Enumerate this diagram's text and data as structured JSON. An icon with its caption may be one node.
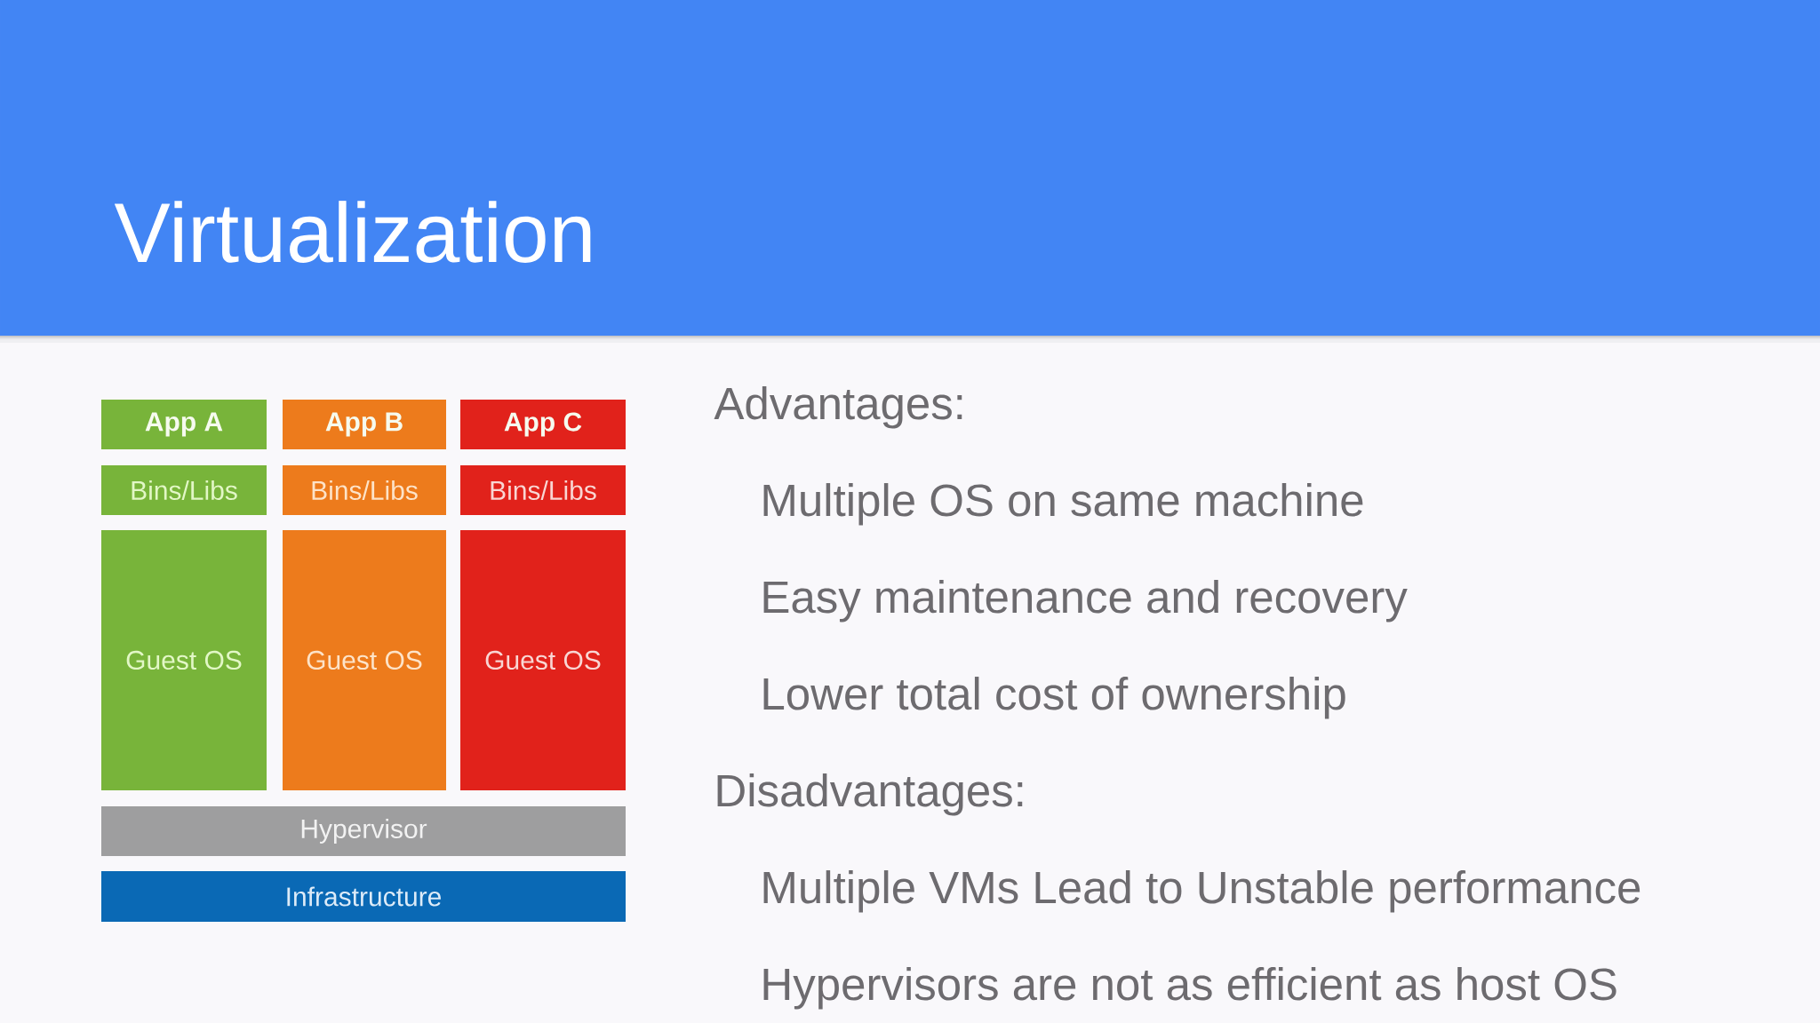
{
  "diagram": {
    "title": "Virtualization",
    "nodes": [
      {
        "text": [
          "App A"
        ]
      },
      {
        "text": [
          "App B"
        ]
      },
      {
        "text": [
          "App C"
        ]
      },
      {
        "text": [
          "Bins/Libs"
        ]
      },
      {
        "text": [
          "Bins/Libs"
        ]
      },
      {
        "text": [
          "Bins/Libs"
        ]
      },
      {
        "text": [
          "Guest OS"
        ]
      },
      {
        "text": [
          "Guest OS"
        ]
      },
      {
        "text": [
          "Guest OS"
        ]
      },
      {
        "text": [
          "Hypervisor"
        ]
      },
      {
        "text": [
          "Infrastructure"
        ]
      }
    ],
    "labels": [
      "Advantages:",
      "Multiple OS on same machine",
      "Easy maintenance and recovery",
      "Lower total cost of ownership",
      "Disadvantages:",
      "Multiple VMs Lead to Unstable performance",
      "Hypervisors are not as efficient as host OS"
    ]
  }
}
